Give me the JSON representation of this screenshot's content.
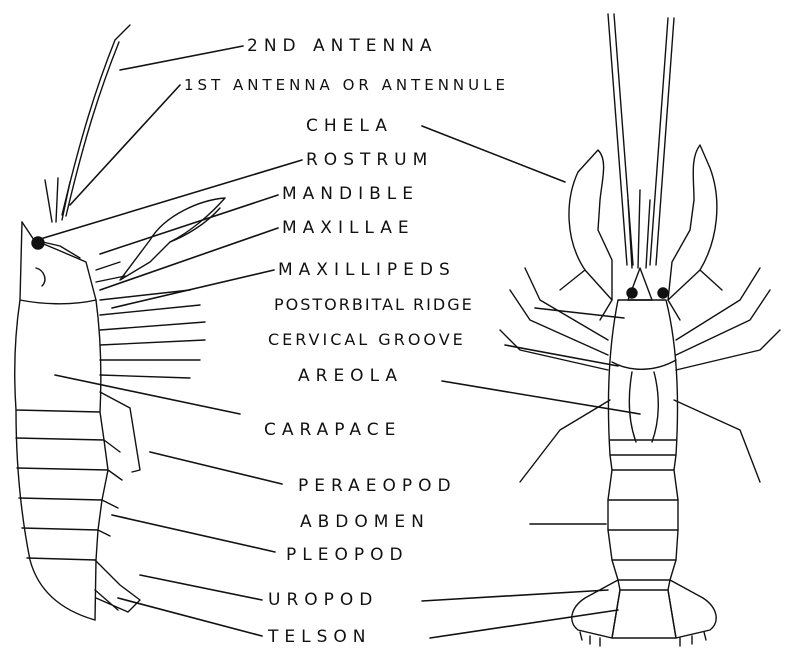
{
  "labels": {
    "second_antenna": "2ND ANTENNA",
    "first_antenna": "1ST ANTENNA OR ANTENNULE",
    "chela": "CHELA",
    "rostrum": "ROSTRUM",
    "mandible": "MANDIBLE",
    "maxillae": "MAXILLAE",
    "maxillipeds": "MAXILLIPEDS",
    "postorbital_ridge": "POSTORBITAL RIDGE",
    "cervical_groove": "CERVICAL GROOVE",
    "areola": "AREOLA",
    "carapace": "CARAPACE",
    "peraeopod": "PERAEOPOD",
    "abdomen": "ABDOMEN",
    "pleopod": "PLEOPOD",
    "uropod": "UROPOD",
    "telson": "TELSON"
  },
  "colors": {
    "ink": "#111111",
    "paper": "#ffffff"
  }
}
